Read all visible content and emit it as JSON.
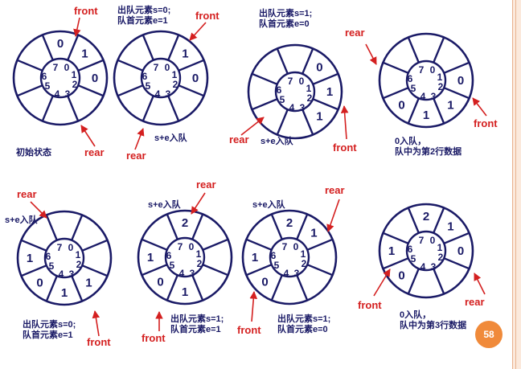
{
  "diagram_title": "",
  "page_number": "58",
  "colors": {
    "ring": "#1a1a66",
    "arrow": "#d42020",
    "badge": "#f08a3a"
  },
  "ring_labels": [
    "7",
    "0",
    "1",
    "2",
    "3",
    "4",
    "5",
    "6"
  ],
  "rings": [
    {
      "id": "r1",
      "values": [
        "0",
        "1",
        "0",
        "",
        "",
        "",
        "",
        ""
      ]
    },
    {
      "id": "r2",
      "values": [
        "",
        "1",
        "0",
        "",
        "",
        "",
        "",
        ""
      ]
    },
    {
      "id": "r3",
      "values": [
        "",
        "0",
        "1",
        "1",
        "",
        "",
        "",
        ""
      ]
    },
    {
      "id": "r4",
      "values": [
        "",
        "",
        "0",
        "1",
        "1",
        "0",
        "",
        ""
      ]
    },
    {
      "id": "r5",
      "values": [
        "",
        "",
        "",
        "1",
        "1",
        "0",
        "1",
        ""
      ]
    },
    {
      "id": "r6",
      "values": [
        "2",
        "",
        "",
        "",
        "1",
        "0",
        "1",
        ""
      ]
    },
    {
      "id": "r7",
      "values": [
        "2",
        "1",
        "",
        "",
        "",
        "0",
        "1",
        ""
      ]
    },
    {
      "id": "r8",
      "values": [
        "2",
        "1",
        "0",
        "",
        "",
        "0",
        "1",
        ""
      ]
    }
  ],
  "labels": {
    "front": "front",
    "rear": "rear",
    "initial_state": "初始状态",
    "dequeue_s0": "出队元素s=0;",
    "head_e1": "队首元素e=1",
    "dequeue_s1": "出队元素s=1;",
    "head_e0": "队首元素e=0",
    "enqueue_se": "s+e入队",
    "zero_enqueue": "0入队，",
    "row2_data": "队中为第2行数据",
    "row3_data": "队中为第3行数据"
  }
}
